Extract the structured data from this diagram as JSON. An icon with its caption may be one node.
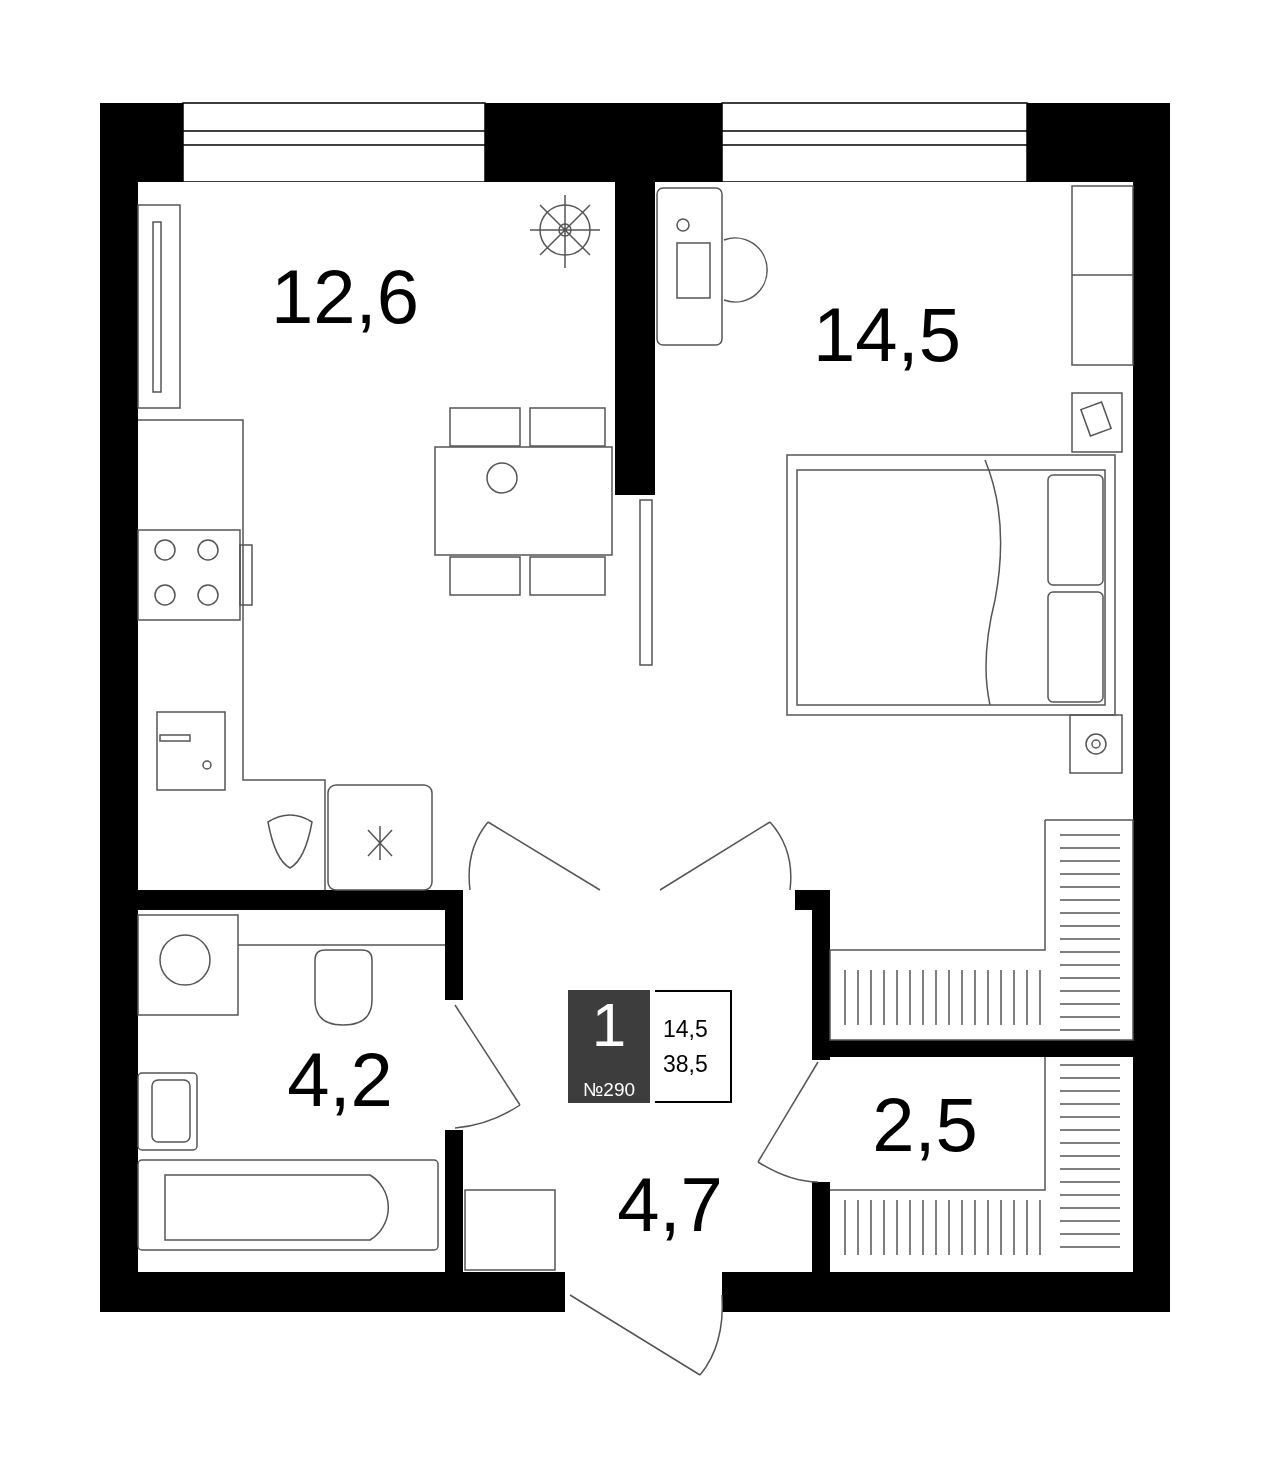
{
  "diagram": {
    "nodes": [
      {
        "text": [
          "12,6"
        ]
      },
      {
        "text": [
          "14,5"
        ]
      },
      {
        "text": [
          "4,2"
        ]
      },
      {
        "text": [
          "4,7"
        ]
      },
      {
        "text": [
          "1",
          "№290"
        ],
        "in": 3
      },
      {
        "text": [
          "14,5",
          "38,5"
        ],
        "in": 3
      },
      {
        "text": [
          "2,5"
        ]
      }
    ]
  }
}
